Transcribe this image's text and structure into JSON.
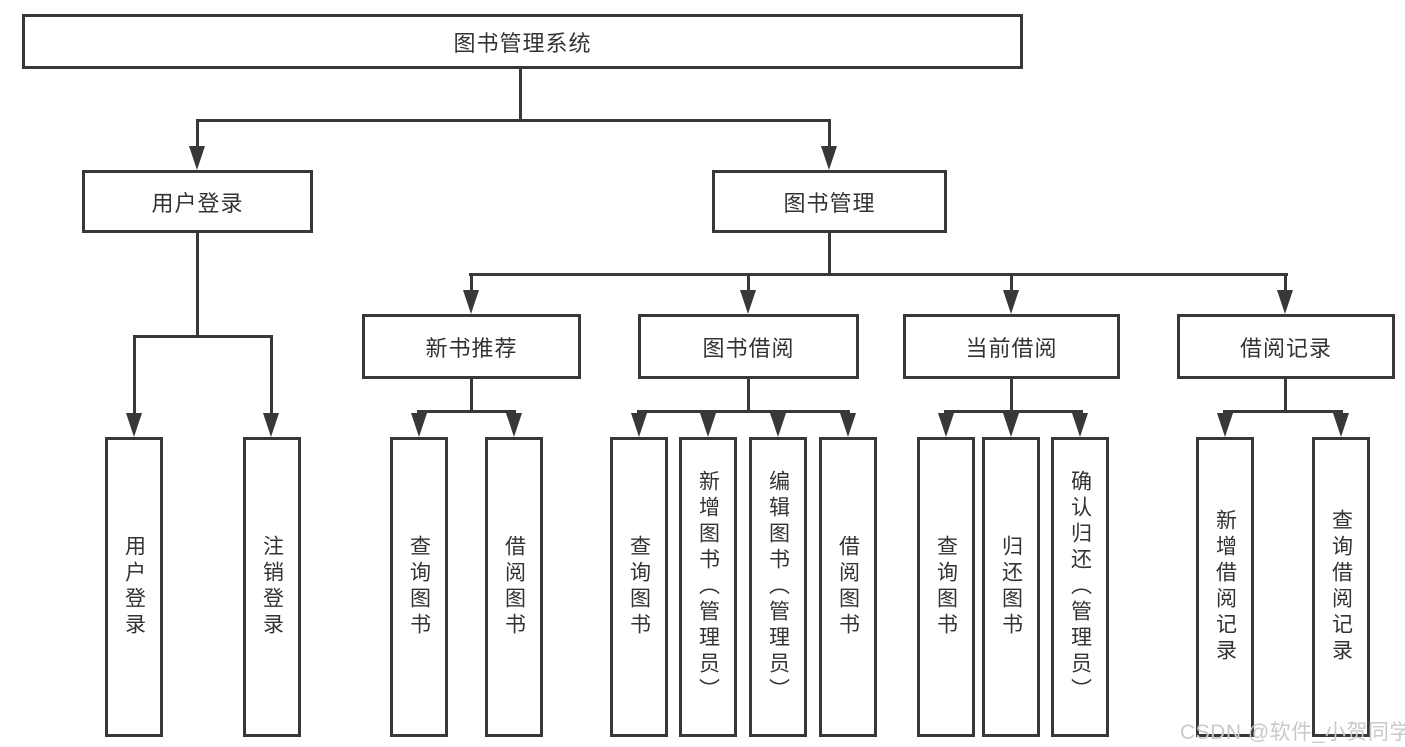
{
  "colors": {
    "background": "#ffffff",
    "line": "#383838",
    "box_border": "#383838",
    "text": "#333333",
    "watermark": "#c9c9c9"
  },
  "diagram_type": "hierarchy-tree",
  "tree": {
    "root": {
      "label": "图书管理系统"
    },
    "branches": [
      {
        "label": "用户登录",
        "children": [
          {
            "label": "用户登录"
          },
          {
            "label": "注销登录"
          }
        ]
      },
      {
        "label": "图书管理",
        "sections": [
          {
            "label": "新书推荐",
            "children": [
              {
                "label": "查询图书"
              },
              {
                "label": "借阅图书"
              }
            ]
          },
          {
            "label": "图书借阅",
            "children": [
              {
                "label": "查询图书"
              },
              {
                "label": "新增图书（管理员）"
              },
              {
                "label": "编辑图书（管理员）"
              },
              {
                "label": "借阅图书"
              }
            ]
          },
          {
            "label": "当前借阅",
            "children": [
              {
                "label": "查询图书"
              },
              {
                "label": "归还图书"
              },
              {
                "label": "确认归还（管理员）"
              }
            ]
          },
          {
            "label": "借阅记录",
            "children": [
              {
                "label": "新增借阅记录"
              },
              {
                "label": "查询借阅记录"
              }
            ]
          }
        ]
      }
    ]
  },
  "watermark": {
    "text": "CSDN @软件_小贺同学"
  }
}
